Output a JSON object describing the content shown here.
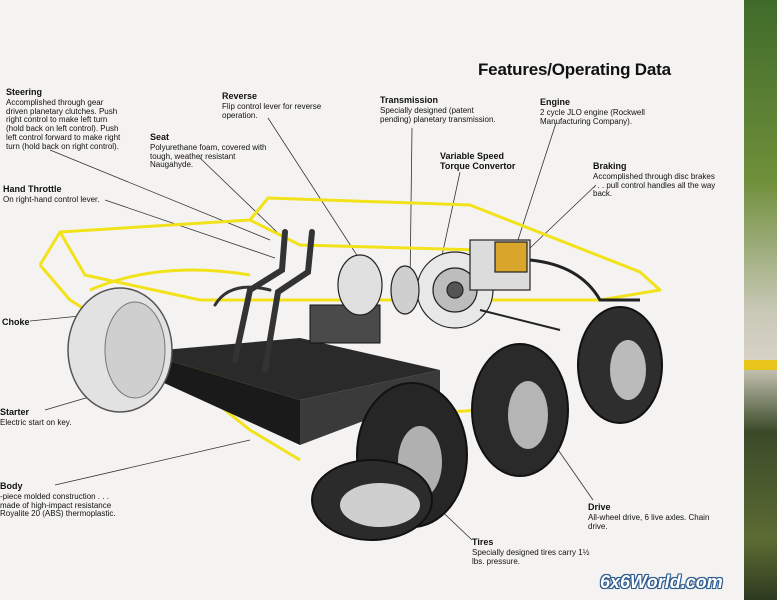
{
  "title": "Features/Operating Data",
  "watermark": "6x6World.com",
  "labels": {
    "steering": {
      "heading": "Steering",
      "text": "Accomplished through gear driven planetary clutches. Push right control to make left turn (hold back on left control). Push left control forward to make right turn (hold back on right control)."
    },
    "reverse": {
      "heading": "Reverse",
      "text": "Flip control lever for reverse operation."
    },
    "transmission": {
      "heading": "Transmission",
      "text": "Specially designed (patent pending) planetary transmission."
    },
    "engine": {
      "heading": "Engine",
      "text": "2 cycle JLO engine (Rockwell Manufacturing Company)."
    },
    "seat": {
      "heading": "Seat",
      "text": "Polyurethane foam, covered with tough, weather resistant Naugahyde."
    },
    "variable_speed": {
      "heading": "Variable Speed Torque Convertor",
      "text": ""
    },
    "braking": {
      "heading": "Braking",
      "text": "Accomplished through disc brakes . . . pull control handles all the way back."
    },
    "hand_throttle": {
      "heading": "Hand Throttle",
      "text": "On right-hand control lever."
    },
    "choke": {
      "heading": "Choke",
      "text": ""
    },
    "starter": {
      "heading": "Starter",
      "text": "Electric start on key."
    },
    "body": {
      "heading": "Body",
      "text": "-piece molded construction . . . made of high-impact resistance Royalite 20 (ABS) thermoplastic."
    },
    "drive": {
      "heading": "Drive",
      "text": "All-wheel drive, 6 live axles. Chain drive."
    },
    "tires": {
      "heading": "Tires",
      "text": "Specially designed tires carry 1½ lbs. pressure."
    }
  },
  "colors": {
    "body_outline": "#f2e21a",
    "tire": "#2a2a2a",
    "frame": "#1f1f1f",
    "watermark_outline": "#2c5a8f"
  }
}
